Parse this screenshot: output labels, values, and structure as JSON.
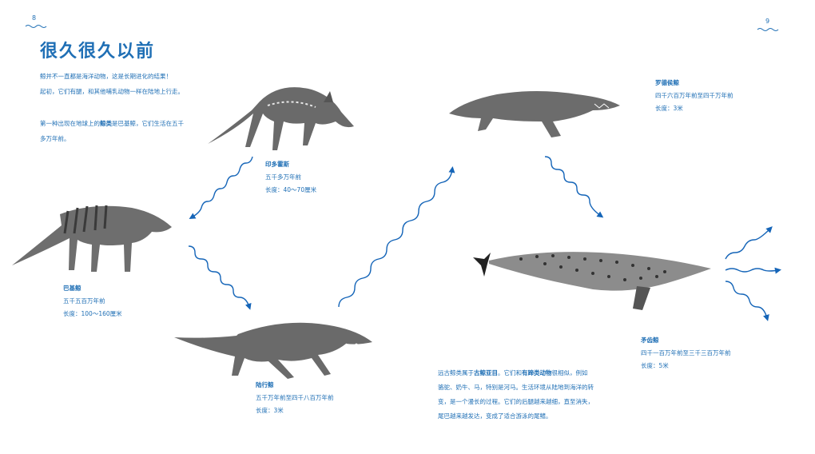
{
  "page_numbers": {
    "left": "8",
    "right": "9"
  },
  "title": "很久很久以前",
  "intro": {
    "p1_line1": "鲸并不一直都是海洋动物，这是长期进化的结果！",
    "p1_line2": "起初，它们有腿，和其他哺乳动物一样在陆地上行走。",
    "p2_line1_a": "第一种出现在地球上的",
    "p2_line1_b": "鲸类",
    "p2_line1_c": "是巴基鲸，它们生活在五千",
    "p2_line2": "多万年前。"
  },
  "animals": {
    "indohyus": {
      "name": "印多霍斯",
      "age": "五千多万年前",
      "length": "长度：40～70厘米"
    },
    "pakicetus": {
      "name": "巴基鲸",
      "age": "五千五百万年前",
      "length": "长度：100～160厘米"
    },
    "ambulocetus": {
      "name": "陆行鲸",
      "age": "五千万年前至四千八百万年前",
      "length": "长度：3米"
    },
    "rodhocetus": {
      "name": "罗德侯鲸",
      "age": "四千六百万年前至四千万年前",
      "length": "长度：3米"
    },
    "dorudon": {
      "name": "矛齿鲸",
      "age": "四千一百万年前至三千三百万年前",
      "length": "长度：5米"
    }
  },
  "bottom_text": {
    "l1_a": "远古鲸类属于",
    "l1_b": "古鲸亚目",
    "l1_c": "。它们和",
    "l1_d": "有蹄类动物",
    "l1_e": "很相似，例如",
    "l2": "骆驼、奶牛、马，特别是河马。生活环境从陆地到海洋的转",
    "l3": "变，是一个漫长的过程。它们的后腿越来越细，直至消失，",
    "l4": "尾巴越来越发达，变成了适合游泳的尾鳍。"
  },
  "colors": {
    "accent": "#1f6fb5",
    "arrow": "#1565b8",
    "animal": "#5a5a5a"
  }
}
